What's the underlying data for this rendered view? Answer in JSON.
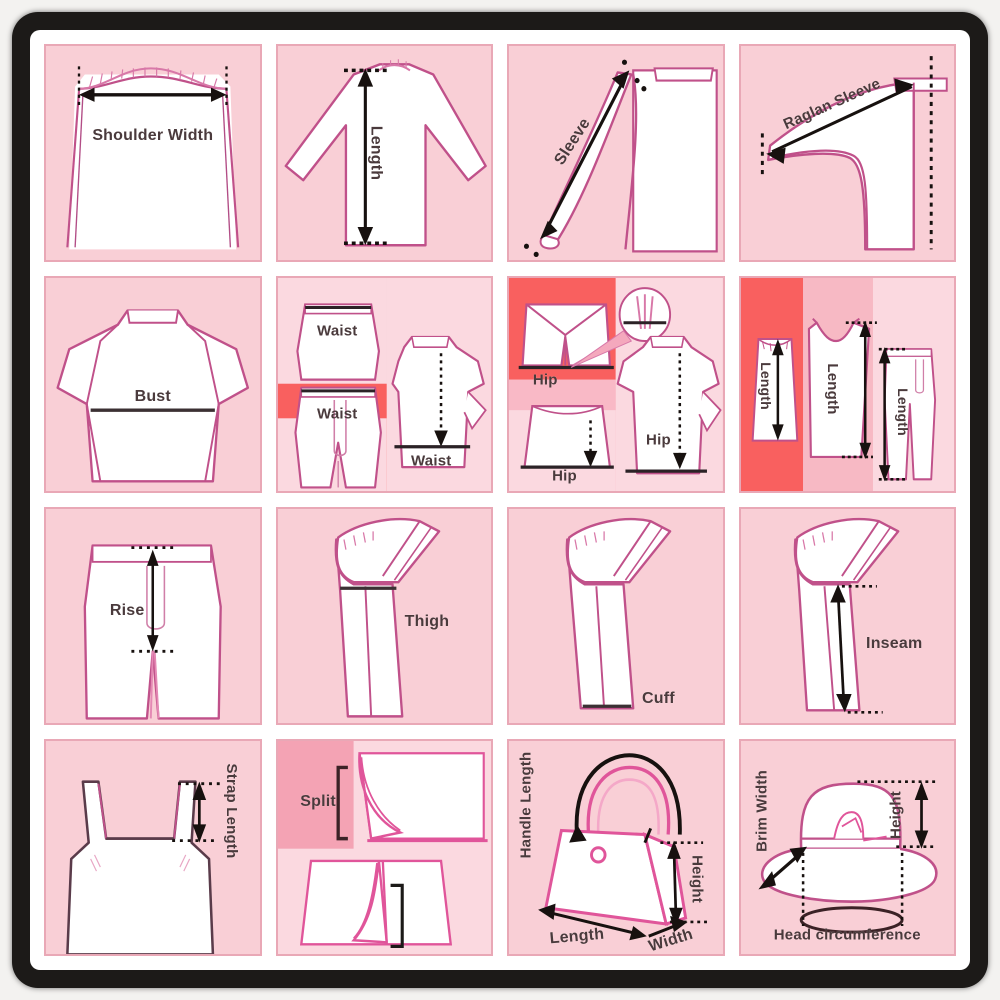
{
  "poster": {
    "title": "Garment Measurement Guide",
    "frame_color": "#1c1a18",
    "sheet_color": "#ffffff",
    "cell_fill": "#f9cfd6",
    "cell_border": "#e9a8b6",
    "garment_outline": "#c0518a",
    "arrow_color": "#17110f",
    "label_color": "#4a3a3c",
    "accent_red": "#f9605f",
    "panel_mid": "#f7b9c4",
    "panel_light": "#fbd9e0"
  },
  "grid": {
    "columns": 4,
    "rows": 4
  },
  "cells": [
    {
      "id": "shoulder-width",
      "row": 1,
      "col": 1,
      "garment": "t-shirt-top",
      "labels": [
        {
          "text": "Shoulder Width",
          "orientation": "horizontal"
        }
      ]
    },
    {
      "id": "length-top",
      "row": 1,
      "col": 2,
      "garment": "long-sleeve-tee",
      "labels": [
        {
          "text": "Length",
          "orientation": "vertical"
        }
      ]
    },
    {
      "id": "sleeve",
      "row": 1,
      "col": 3,
      "garment": "sleeve-detail",
      "labels": [
        {
          "text": "Sleeve",
          "orientation": "diagonal"
        }
      ]
    },
    {
      "id": "raglan-sleeve",
      "row": 1,
      "col": 4,
      "garment": "raglan-shoulder",
      "labels": [
        {
          "text": "Raglan Sleeve",
          "orientation": "diagonal"
        }
      ]
    },
    {
      "id": "bust",
      "row": 2,
      "col": 1,
      "garment": "shirt-front",
      "labels": [
        {
          "text": "Bust",
          "orientation": "horizontal"
        }
      ]
    },
    {
      "id": "waist",
      "row": 2,
      "col": 2,
      "garment": "skirt-pants-shirt",
      "labels": [
        {
          "text": "Waist",
          "orientation": "horizontal"
        },
        {
          "text": "Waist",
          "orientation": "horizontal"
        },
        {
          "text": "Waist",
          "orientation": "horizontal"
        }
      ]
    },
    {
      "id": "hip",
      "row": 2,
      "col": 3,
      "garment": "shorts-skirt-shirt",
      "labels": [
        {
          "text": "Hip",
          "orientation": "horizontal"
        },
        {
          "text": "Hip",
          "orientation": "horizontal"
        },
        {
          "text": "Hip",
          "orientation": "horizontal"
        }
      ]
    },
    {
      "id": "length-trio",
      "row": 2,
      "col": 4,
      "garment": "skirt-dress-pants",
      "labels": [
        {
          "text": "Length",
          "orientation": "vertical"
        },
        {
          "text": "Length",
          "orientation": "vertical"
        },
        {
          "text": "Length",
          "orientation": "vertical"
        }
      ]
    },
    {
      "id": "rise",
      "row": 3,
      "col": 1,
      "garment": "pants-front",
      "labels": [
        {
          "text": "Rise",
          "orientation": "horizontal"
        }
      ]
    },
    {
      "id": "thigh",
      "row": 3,
      "col": 2,
      "garment": "pant-leg",
      "labels": [
        {
          "text": "Thigh",
          "orientation": "horizontal"
        }
      ]
    },
    {
      "id": "cuff",
      "row": 3,
      "col": 3,
      "garment": "pant-leg",
      "labels": [
        {
          "text": "Cuff",
          "orientation": "horizontal"
        }
      ]
    },
    {
      "id": "inseam",
      "row": 3,
      "col": 4,
      "garment": "pant-leg",
      "labels": [
        {
          "text": "Inseam",
          "orientation": "horizontal"
        }
      ]
    },
    {
      "id": "strap-length",
      "row": 4,
      "col": 1,
      "garment": "camisole",
      "labels": [
        {
          "text": "Strap Length",
          "orientation": "vertical"
        }
      ]
    },
    {
      "id": "split",
      "row": 4,
      "col": 2,
      "garment": "split-detail",
      "labels": [
        {
          "text": "Split",
          "orientation": "horizontal"
        }
      ]
    },
    {
      "id": "handbag",
      "row": 4,
      "col": 3,
      "garment": "handbag",
      "labels": [
        {
          "text": "Handle Length",
          "orientation": "vertical"
        },
        {
          "text": "Height",
          "orientation": "vertical"
        },
        {
          "text": "Length",
          "orientation": "tilted"
        },
        {
          "text": "Width",
          "orientation": "tilted"
        }
      ]
    },
    {
      "id": "hat",
      "row": 4,
      "col": 4,
      "garment": "hat",
      "labels": [
        {
          "text": "Brim Width",
          "orientation": "vertical"
        },
        {
          "text": "Height",
          "orientation": "vertical"
        },
        {
          "text": "Head circumference",
          "orientation": "horizontal"
        }
      ]
    }
  ],
  "labels": {
    "shoulder_width": "Shoulder Width",
    "length": "Length",
    "sleeve": "Sleeve",
    "raglan_sleeve": "Raglan Sleeve",
    "bust": "Bust",
    "waist_1": "Waist",
    "waist_2": "Waist",
    "waist_3": "Waist",
    "hip_1": "Hip",
    "hip_2": "Hip",
    "hip_3": "Hip",
    "length_skirt": "Length",
    "length_dress": "Length",
    "length_pants": "Length",
    "rise": "Rise",
    "thigh": "Thigh",
    "cuff": "Cuff",
    "inseam": "Inseam",
    "strap_length": "Strap Length",
    "split": "Split",
    "handle_length": "Handle Length",
    "bag_height": "Height",
    "bag_length": "Length",
    "bag_width": "Width",
    "brim_width": "Brim Width",
    "hat_height": "Height",
    "head_circumference": "Head circumference"
  }
}
